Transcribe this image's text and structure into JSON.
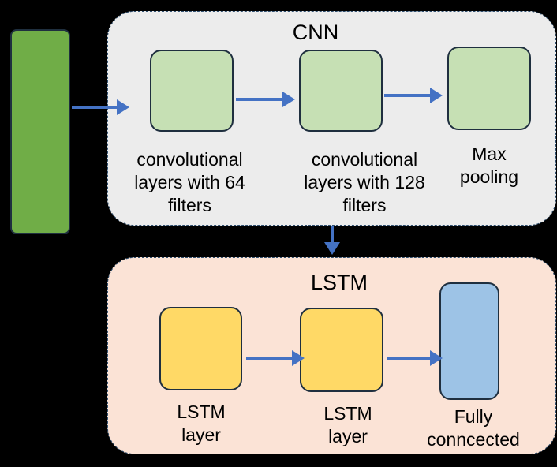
{
  "diagram": {
    "cnn": {
      "title": "CNN",
      "blocks": [
        {
          "label": "convolutional\nlayers with 64\nfilters"
        },
        {
          "label": "convolutional\nlayers with 128\nfilters"
        },
        {
          "label": "Max\npooling"
        }
      ]
    },
    "lstm": {
      "title": "LSTM",
      "blocks": [
        {
          "label": "LSTM\nlayer"
        },
        {
          "label": "LSTM\nlayer"
        },
        {
          "label": "Fully\nconncected"
        }
      ]
    },
    "colors": {
      "background": "#000000",
      "cnn_panel": "#ececec",
      "lstm_panel": "#fbe3d6",
      "input_block": "#70ad47",
      "conv_block": "#c6e0b4",
      "lstm_block": "#ffd966",
      "fc_block": "#9dc3e6",
      "arrow": "#4472c4"
    }
  }
}
